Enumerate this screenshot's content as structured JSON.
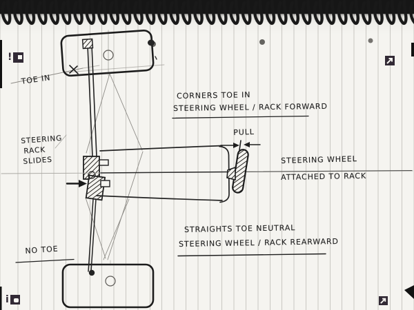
{
  "colors": {
    "ink": "#1f1f1f",
    "paper": "#f5f4f0",
    "rule": "#c9c7c2",
    "binding": "#161616",
    "marker": "#322a35"
  },
  "labels": {
    "toe_in": "TOE IN",
    "corners_line1": "CORNERS TOE IN",
    "corners_line2": "STEERING WHEEL / RACK FORWARD",
    "pull": "PULL",
    "rack_line1": "STEERING",
    "rack_line2": "RACK",
    "rack_line3": "SLIDES",
    "wheel_line1": "STEERING WHEEL",
    "wheel_line2": "ATTACHED TO RACK",
    "straights_line1": "STRAIGHTS TOE NEUTRAL",
    "straights_line2": "STEERING WHEEL / RACK REARWARD",
    "no_toe": "NO TOE"
  },
  "markers": {
    "top_left_glyph": "!",
    "bottom_left_glyph": "i"
  },
  "icons": {
    "top_left": "square-in-square-marker",
    "top_right": "arrow-up-right-marker",
    "bottom_left": "rounded-square-marker",
    "bottom_right": "arrow-up-right-marker"
  }
}
